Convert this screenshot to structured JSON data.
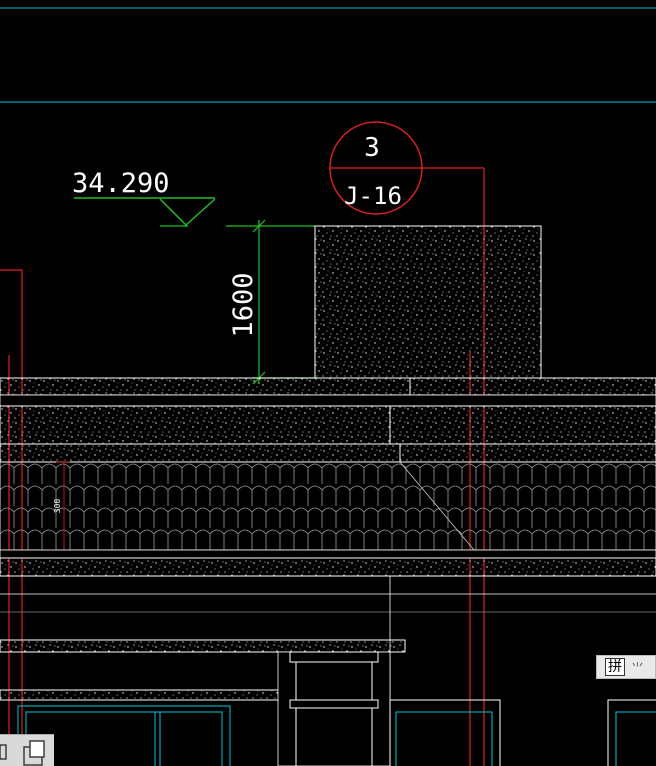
{
  "drawing": {
    "elevation_label": "34.290",
    "dimension_label": "1600",
    "detail_number": "3",
    "detail_sheet": "J-16",
    "small_dim_label": "300"
  },
  "colors": {
    "background": "#000000",
    "cyan": "#00c8d8",
    "red": "#e0201e",
    "green": "#22c022",
    "white": "#ffffff",
    "gray": "#a0a0a0"
  },
  "ime_toolbar": {
    "mode_char": "拼",
    "extra": "⺌"
  },
  "icons": [
    "ime-toolbar-icon",
    "clipboard-icon"
  ]
}
